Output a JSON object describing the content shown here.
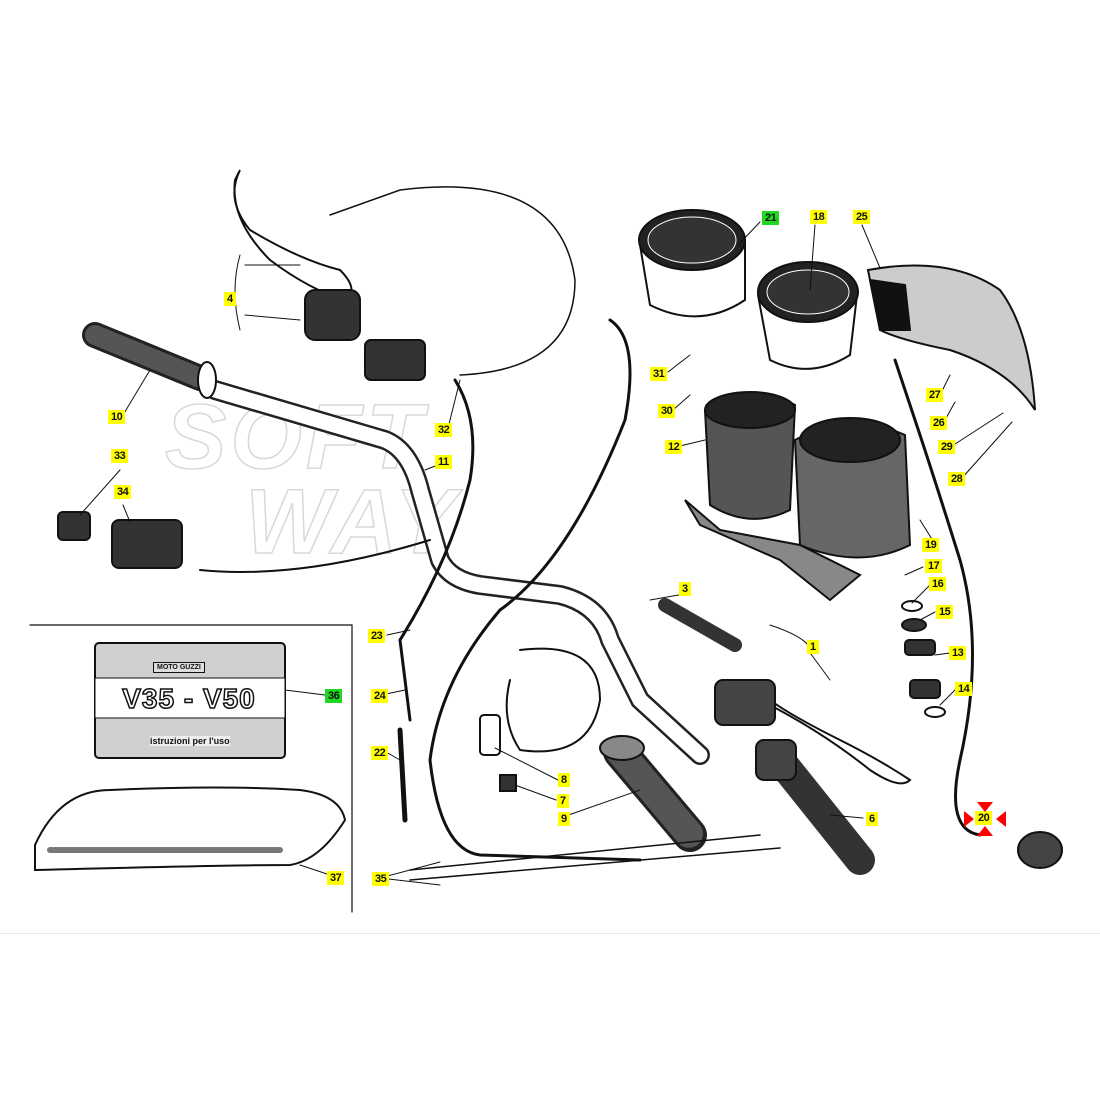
{
  "diagram": {
    "watermark": [
      "SOFT",
      "WAY"
    ],
    "manual": {
      "brand": "MOTO GUZZI",
      "title": "V35 - V50",
      "subtitle": "istruzioni per l'uso"
    },
    "highlight_colors": {
      "default": "#ffff00",
      "selected": "#1fd81f",
      "marker": "#ff0000"
    },
    "callouts": [
      "21",
      "18",
      "25",
      "4",
      "31",
      "10",
      "32",
      "30",
      "27",
      "26",
      "29",
      "12",
      "11",
      "33",
      "28",
      "34",
      "19",
      "17",
      "16",
      "15",
      "3",
      "1",
      "13",
      "23",
      "36",
      "14",
      "24",
      "22",
      "8",
      "7",
      "9",
      "6",
      "20",
      "37",
      "35"
    ],
    "selected_callouts": [
      "21",
      "36"
    ],
    "marked_callout": "20"
  }
}
